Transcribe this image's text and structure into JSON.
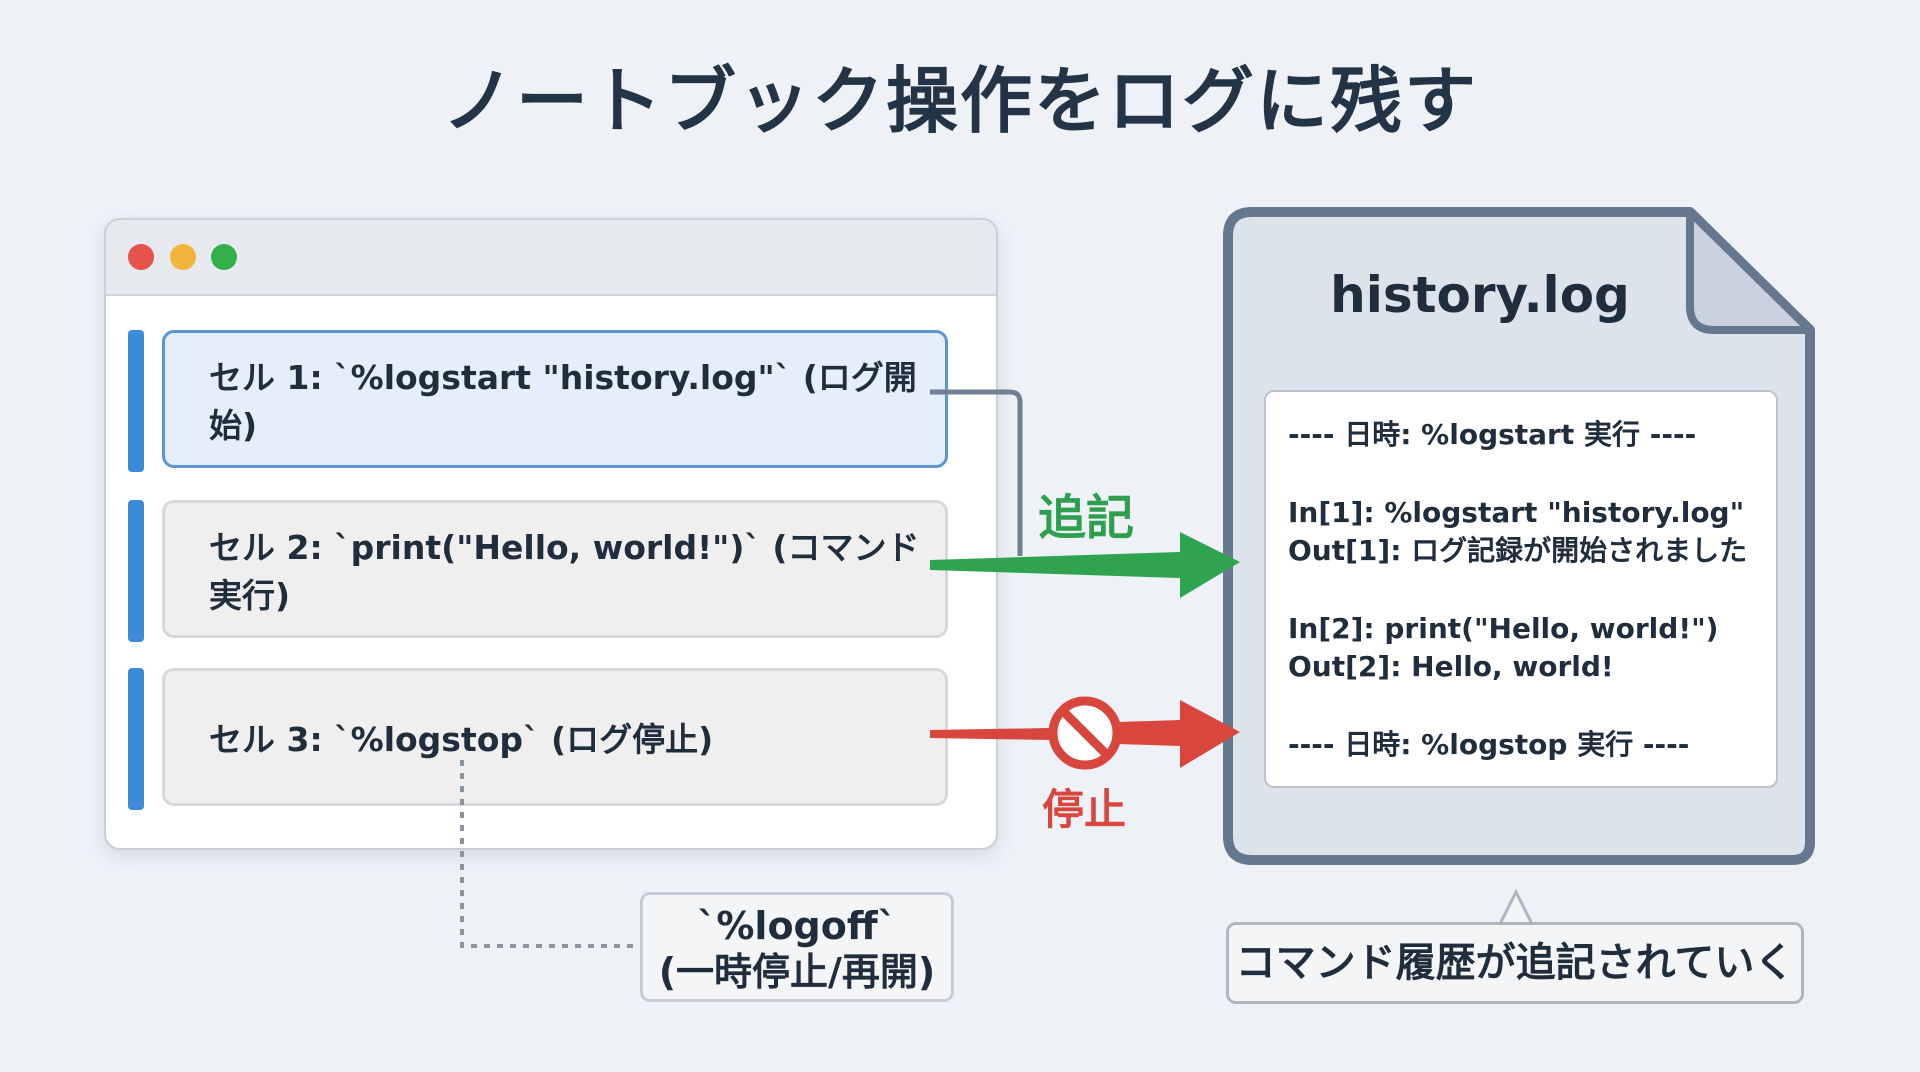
{
  "title": "ノートブック操作をログに残す",
  "notebook": {
    "cells": [
      {
        "label": "セル 1: `%logstart \"history.log\"` (ログ開始)"
      },
      {
        "label": "セル 2: `print(\"Hello, world!\")` (コマンド実行)"
      },
      {
        "label": "セル 3: `%logstop` (ログ停止)"
      }
    ]
  },
  "arrows": {
    "append_label": "追記",
    "stop_label": "停止"
  },
  "logfile": {
    "name": "history.log",
    "lines": [
      "---- 日時: %logstart 実行 ----",
      "",
      "In[1]: %logstart \"history.log\"",
      "Out[1]: ログ記録が開始されました",
      "",
      "In[2]: print(\"Hello, world!\")",
      "Out[2]: Hello, world!",
      "",
      "---- 日時: %logstop 実行 ----"
    ]
  },
  "note": {
    "line1": "`%logoff`",
    "line2": "(一時停止/再開)"
  },
  "callout": "コマンド履歴が追記されていく",
  "colors": {
    "accent_blue": "#3b8bd9",
    "green": "#2e9e4f",
    "red": "#d9463e"
  },
  "icons": [
    "prohibited-icon"
  ]
}
